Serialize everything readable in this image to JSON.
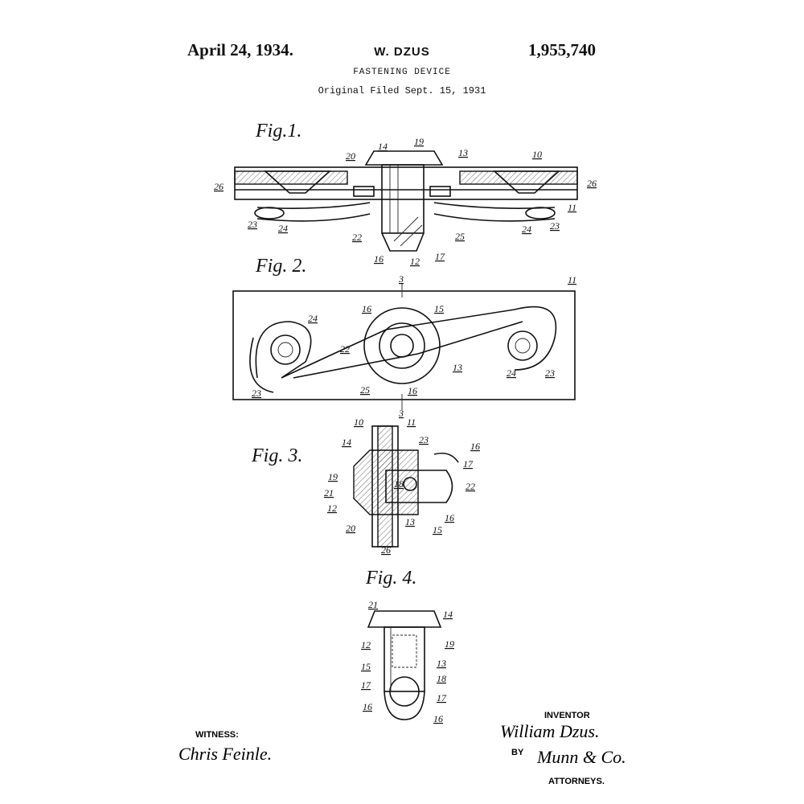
{
  "header": {
    "date": "April 24, 1934.",
    "inventor_name": "W. DZUS",
    "patent_number": "1,955,740",
    "title": "FASTENING DEVICE",
    "filed": "Original Filed Sept. 15, 1931"
  },
  "figures": {
    "fig1": {
      "label": "Fig.1.",
      "numerals": [
        "14",
        "19",
        "13",
        "10",
        "20",
        "26",
        "26",
        "11",
        "23",
        "24",
        "22",
        "25",
        "16",
        "12",
        "17",
        "24",
        "23"
      ]
    },
    "fig2": {
      "label": "Fig. 2.",
      "numerals": [
        "3",
        "11",
        "16",
        "15",
        "24",
        "22",
        "13",
        "23",
        "24",
        "25",
        "16",
        "23",
        "3"
      ]
    },
    "fig3": {
      "label": "Fig. 3.",
      "numerals": [
        "10",
        "11",
        "14",
        "23",
        "16",
        "17",
        "19",
        "18",
        "22",
        "21",
        "12",
        "16",
        "13",
        "15",
        "20",
        "26"
      ]
    },
    "fig4": {
      "label": "Fig. 4.",
      "numerals": [
        "21",
        "14",
        "12",
        "19",
        "15",
        "13",
        "17",
        "18",
        "17",
        "16",
        "16"
      ]
    }
  },
  "footer": {
    "witness_label": "WITNESS:",
    "witness_signature": "Chris Feinle.",
    "inventor_label": "INVENTOR",
    "inventor_signature": "William Dzus.",
    "by_label": "BY",
    "attorney_signature": "Munn & Co.",
    "attorneys_label": "ATTORNEYS."
  }
}
